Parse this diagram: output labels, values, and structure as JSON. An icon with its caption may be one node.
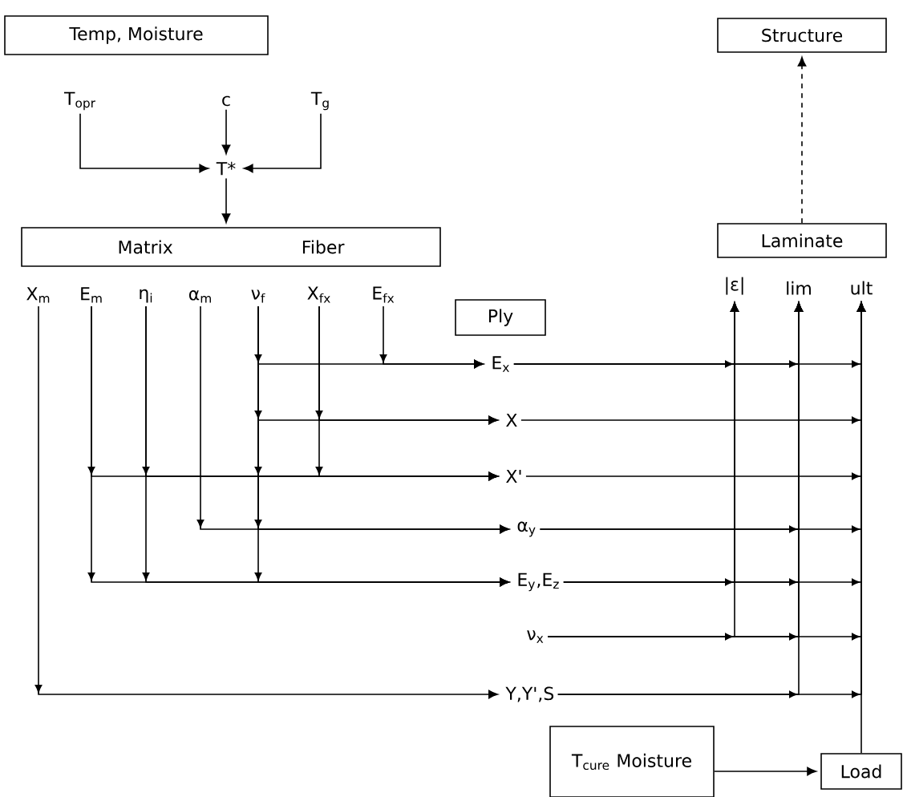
{
  "diagram": {
    "nodes": [
      {
        "text": [
          "Temp, Moisture"
        ]
      },
      {
        "text": [
          "T$_{opr}$"
        ]
      },
      {
        "text": [
          "c"
        ]
      },
      {
        "text": [
          "T$_{g}$"
        ]
      },
      {
        "text": [
          "T*"
        ]
      },
      {
        "text": [
          "Matrix",
          "Fiber"
        ]
      },
      {
        "text": [
          "X$_{m}$"
        ]
      },
      {
        "text": [
          "E$_{m}$"
        ]
      },
      {
        "text": [
          "η$_{i}$"
        ]
      },
      {
        "text": [
          "α$_{m}$"
        ]
      },
      {
        "text": [
          "ν$_{f}$"
        ]
      },
      {
        "text": [
          "X$_{fx}$"
        ]
      },
      {
        "text": [
          "E$_{fx}$"
        ]
      },
      {
        "text": [
          "Ply"
        ]
      },
      {
        "text": [
          "E$_{x}$"
        ]
      },
      {
        "text": [
          "X"
        ]
      },
      {
        "text": [
          "X'"
        ]
      },
      {
        "text": [
          "α$_{y}$"
        ]
      },
      {
        "text": [
          "E$_{y}$,E$_{z}$"
        ]
      },
      {
        "text": [
          "ν$_{x}$"
        ]
      },
      {
        "text": [
          "Y,Y',S"
        ]
      },
      {
        "text": [
          "|ε|"
        ]
      },
      {
        "text": [
          "lim"
        ]
      },
      {
        "text": [
          "ult"
        ]
      },
      {
        "text": [
          "Laminate"
        ]
      },
      {
        "text": [
          "Structure"
        ]
      },
      {
        "text": [
          "T$_{cure}$ Moisture"
        ]
      },
      {
        "text": [
          "Load"
        ]
      }
    ],
    "edges": [
      {
        "from": 1,
        "to": 4,
        "arrow": "to"
      },
      {
        "from": 2,
        "to": 4,
        "arrow": "to"
      },
      {
        "from": 3,
        "to": 4,
        "arrow": "to"
      },
      {
        "from": 4,
        "to": 5,
        "arrow": "to"
      },
      {
        "from": 10,
        "to": 14,
        "arrow": "to"
      },
      {
        "from": 12,
        "to": 14,
        "arrow": "to"
      },
      {
        "from": 10,
        "to": 15,
        "arrow": "to"
      },
      {
        "from": 11,
        "to": 15,
        "arrow": "to"
      },
      {
        "from": 7,
        "to": 16,
        "arrow": "to"
      },
      {
        "from": 8,
        "to": 16,
        "arrow": "to"
      },
      {
        "from": 10,
        "to": 16,
        "arrow": "to"
      },
      {
        "from": 11,
        "to": 16,
        "arrow": "to"
      },
      {
        "from": 9,
        "to": 17,
        "arrow": "to"
      },
      {
        "from": 10,
        "to": 17,
        "arrow": "to"
      },
      {
        "from": 7,
        "to": 18,
        "arrow": "to"
      },
      {
        "from": 8,
        "to": 18,
        "arrow": "to"
      },
      {
        "from": 10,
        "to": 18,
        "arrow": "to"
      },
      {
        "from": 6,
        "to": 20,
        "arrow": "to"
      },
      {
        "from": 14,
        "to": 21,
        "arrow": "to"
      },
      {
        "from": 14,
        "to": 22,
        "arrow": "to"
      },
      {
        "from": 14,
        "to": 23,
        "arrow": "to"
      },
      {
        "from": 15,
        "to": 23,
        "arrow": "to"
      },
      {
        "from": 16,
        "to": 23,
        "arrow": "to"
      },
      {
        "from": 17,
        "to": 22,
        "arrow": "to"
      },
      {
        "from": 17,
        "to": 23,
        "arrow": "to"
      },
      {
        "from": 18,
        "to": 21,
        "arrow": "to"
      },
      {
        "from": 18,
        "to": 22,
        "arrow": "to"
      },
      {
        "from": 18,
        "to": 23,
        "arrow": "to"
      },
      {
        "from": 19,
        "to": 21,
        "arrow": "to"
      },
      {
        "from": 19,
        "to": 22,
        "arrow": "to"
      },
      {
        "from": 19,
        "to": 23,
        "arrow": "to"
      },
      {
        "from": 20,
        "to": 22,
        "arrow": "to"
      },
      {
        "from": 20,
        "to": 23,
        "arrow": "to"
      },
      {
        "from": 26,
        "to": 27,
        "arrow": "to"
      },
      {
        "from": 27,
        "to": 23,
        "arrow": "to"
      },
      {
        "from": 24,
        "to": 25,
        "arrow": "to",
        "style": "dashed"
      }
    ]
  }
}
